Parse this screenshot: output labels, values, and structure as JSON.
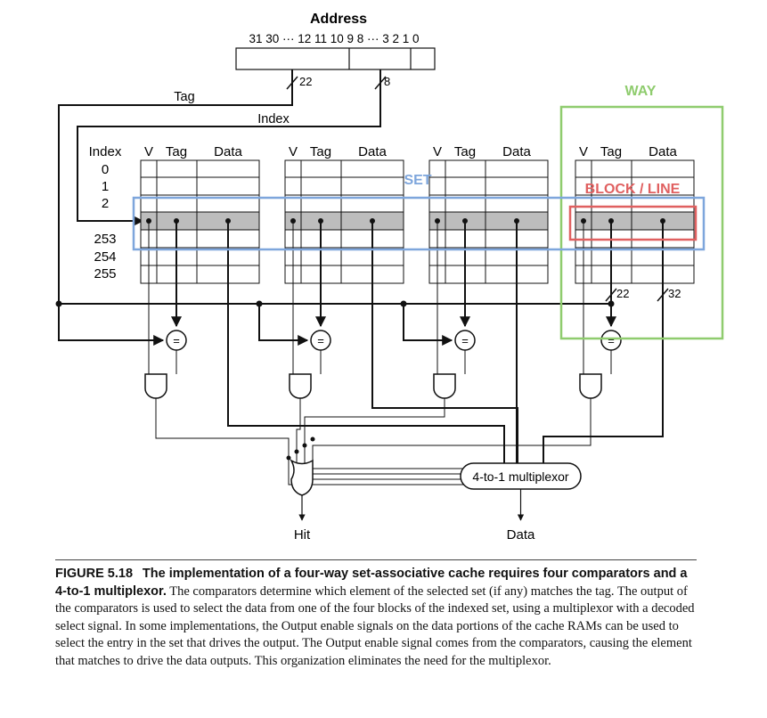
{
  "address": {
    "title": "Address",
    "bits_label": "31 30 ··· 12 11 10 9 8 ··· 3 2 1 0",
    "tag_width": "22",
    "index_width": "8"
  },
  "labels": {
    "tag_line": "Tag",
    "index_line": "Index",
    "index_column": "Index",
    "col_v": "V",
    "col_tag": "Tag",
    "col_data": "Data",
    "tag_bus": "22",
    "data_bus": "32",
    "comparator": "=",
    "mux": "4-to-1 multiplexor",
    "hit": "Hit",
    "data_out": "Data"
  },
  "row_indices": [
    "0",
    "1",
    "2",
    "253",
    "254",
    "255"
  ],
  "annotations": {
    "way": "WAY",
    "set": "SET",
    "block": "BLOCK / LINE",
    "way_color": "#8fcc6e",
    "set_color": "#7ea6dc",
    "block_color": "#e06060"
  },
  "caption": {
    "figure": "FIGURE 5.18",
    "headline": "The implementation of a four-way set-associative cache requires four comparators and a 4-to-1 multiplexor.",
    "body": "The comparators determine which element of the selected set (if any) matches the tag. The output of the comparators is used to select the data from one of the four blocks of the indexed set, using a multiplexor with a decoded select signal. In some implementations, the Output enable signals on the data portions of the cache RAMs can be used to select the entry in the set that drives the output. The Output enable signal comes from the comparators, causing the element that matches to drive the data outputs. This organization eliminates the need for the multiplexor."
  }
}
